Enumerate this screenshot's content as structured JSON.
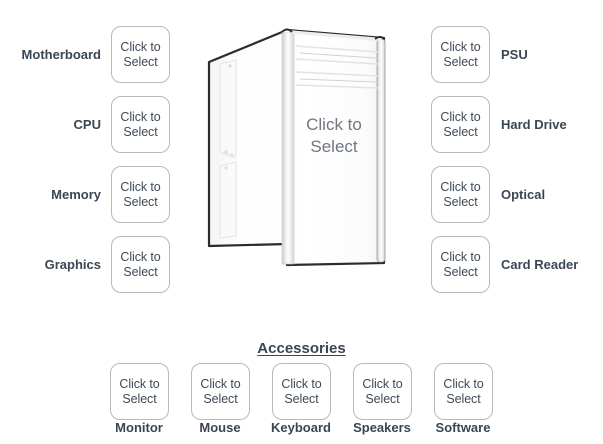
{
  "button_label": "Click to\nSelect",
  "case": {
    "click_label": "Click to\nSelect",
    "outline_color": "#2b2b2b",
    "face_color": "#fdfdfd",
    "side_color": "#f7f7f7"
  },
  "accessories_heading": "Accessories",
  "left_components": [
    {
      "label": "Motherboard"
    },
    {
      "label": "CPU"
    },
    {
      "label": "Memory"
    },
    {
      "label": "Graphics"
    }
  ],
  "right_components": [
    {
      "label": "PSU"
    },
    {
      "label": "Hard Drive"
    },
    {
      "label": "Optical"
    },
    {
      "label": "Card Reader"
    }
  ],
  "accessories": [
    {
      "label": "Monitor"
    },
    {
      "label": "Mouse"
    },
    {
      "label": "Keyboard"
    },
    {
      "label": "Speakers"
    },
    {
      "label": "Software"
    }
  ],
  "colors": {
    "label_text": "#3b4654",
    "button_text": "#3f4a56",
    "button_border": "#b9b9b9",
    "background": "#ffffff"
  }
}
